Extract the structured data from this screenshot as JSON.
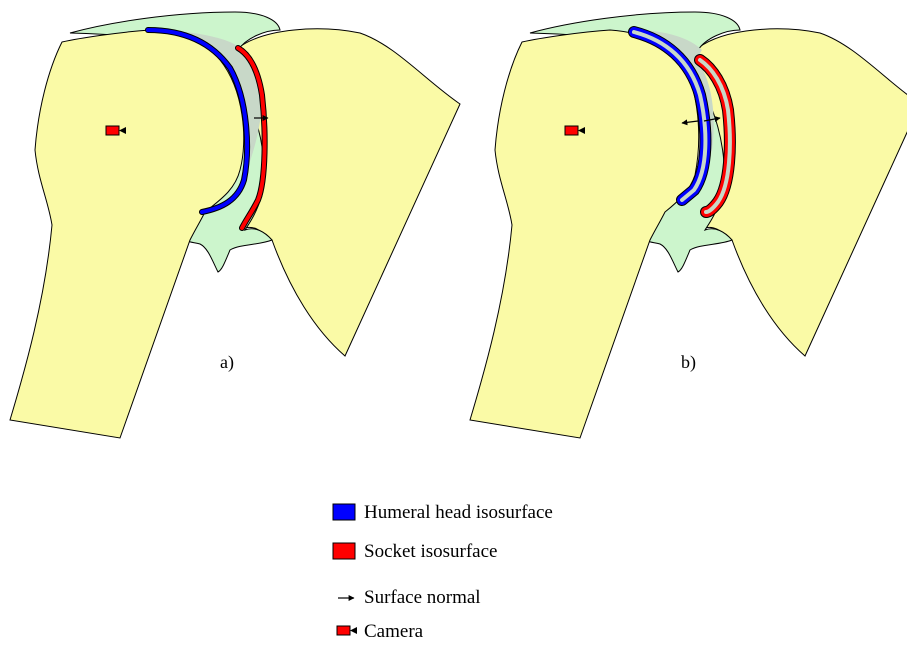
{
  "colors": {
    "bone": "#fafaa6",
    "cartilage": "#ccf5cc",
    "joint_gap": "#c8d8c8",
    "humeral_isosurface": "#0000ff",
    "socket_isosurface": "#ff0000",
    "camera": "#ff0000",
    "outline": "#000000"
  },
  "panels": [
    {
      "label": "a)"
    },
    {
      "label": "b)"
    }
  ],
  "legend": [
    {
      "icon": "blue-swatch-icon",
      "label": "Humeral head isosurface"
    },
    {
      "icon": "red-swatch-icon",
      "label": "Socket isosurface"
    },
    {
      "icon": "arrow-icon",
      "label": "Surface normal"
    },
    {
      "icon": "camera-icon",
      "label": "Camera"
    }
  ]
}
